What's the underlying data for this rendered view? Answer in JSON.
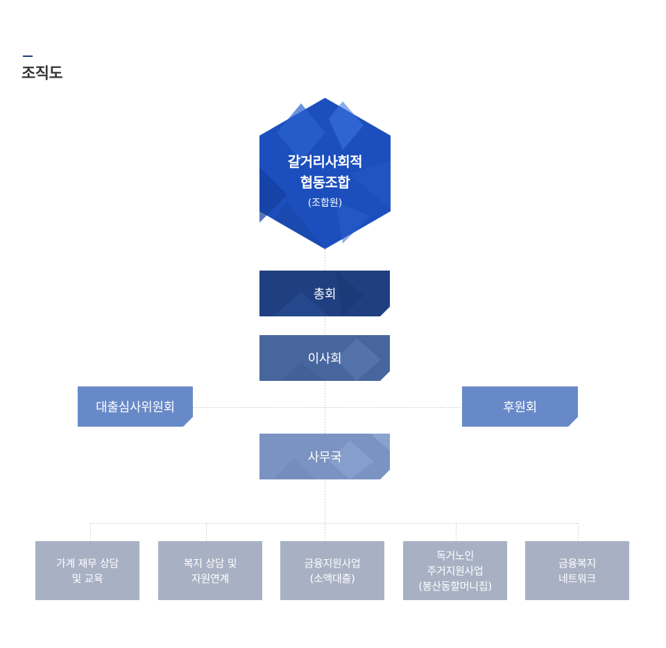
{
  "title": "조직도",
  "org": {
    "root": {
      "name_line1": "갈거리사회적",
      "name_line2": "협동조합",
      "sub": "(조합원)"
    },
    "general_assembly": "총회",
    "board": "이사회",
    "loan_committee": "대출심사위원회",
    "supporters": "후원회",
    "secretariat": "사무국",
    "programs": [
      {
        "label": "가계 재무 상담\n및 교육"
      },
      {
        "label": "복지 상담 및\n자원연계"
      },
      {
        "label": "금융지원사업\n(소액대출)"
      },
      {
        "label": "독거노인\n주거지원사업\n(봉산동할머니집)"
      },
      {
        "label": "금융복지\n네트워크"
      }
    ]
  },
  "colors": {
    "root": "#1c4fbd",
    "general_assembly": "#1f3f80",
    "board": "#48669e",
    "committees": "#6889c8",
    "secretariat": "#7a93c2",
    "programs": "#a8b1c4",
    "title_accent": "#1f3a78"
  }
}
